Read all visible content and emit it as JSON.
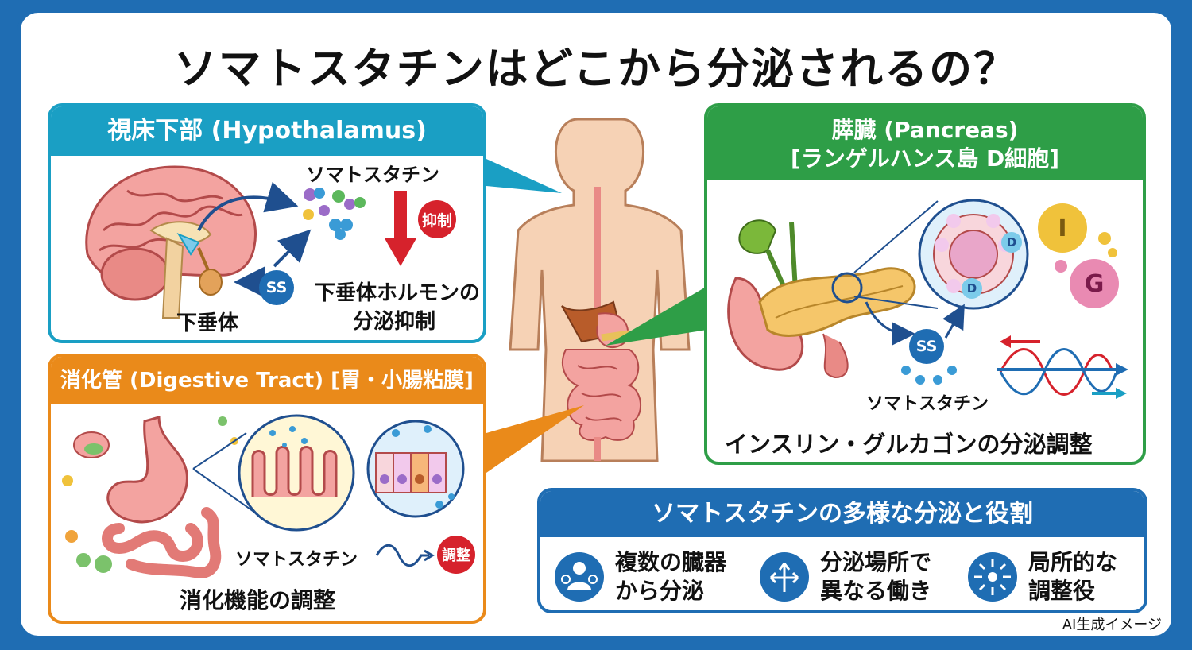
{
  "title": "ソマトスタチンはどこから分泌されるの？",
  "hypothalamus": {
    "header": "視床下部 (Hypothalamus)",
    "somatostatin_label": "ソマトスタチン",
    "inhibit_badge": "抑制",
    "ss_badge": "SS",
    "pituitary_label": "下垂体",
    "effect_line1": "下垂体ホルモンの",
    "effect_line2": "分泌抑制"
  },
  "pancreas": {
    "header_line1": "膵臓 (Pancreas)",
    "header_line2": "[ランゲルハンス島 D細胞]",
    "cell_label": "D",
    "insulin_badge": "I",
    "glucagon_badge": "G",
    "ss_badge": "SS",
    "somatostatin_label": "ソマトスタチン",
    "effect": "インスリン・グルカゴンの分泌調整"
  },
  "digestive": {
    "header": "消化管 (Digestive Tract) [胃・小腸粘膜]",
    "somatostatin_label": "ソマトスタチン",
    "regulate_badge": "調整",
    "effect": "消化機能の調整"
  },
  "summary": {
    "header": "ソマトスタチンの多様な分泌と役割",
    "items": [
      {
        "icon": "person-organs-icon",
        "line1": "複数の臓器",
        "line2": "から分泌"
      },
      {
        "icon": "branching-arrows-icon",
        "line1": "分泌場所で",
        "line2": "異なる働き"
      },
      {
        "icon": "local-target-icon",
        "line1": "局所的な",
        "line2": "調整役"
      }
    ]
  },
  "footnote": "AI生成イメージ",
  "colors": {
    "hypothalamus": "#1a9fc4",
    "pancreas": "#2e9e47",
    "digestive": "#ea8a1a",
    "summary": "#1f6db3",
    "inhibit": "#d6222c",
    "ss": "#1f6db3"
  }
}
